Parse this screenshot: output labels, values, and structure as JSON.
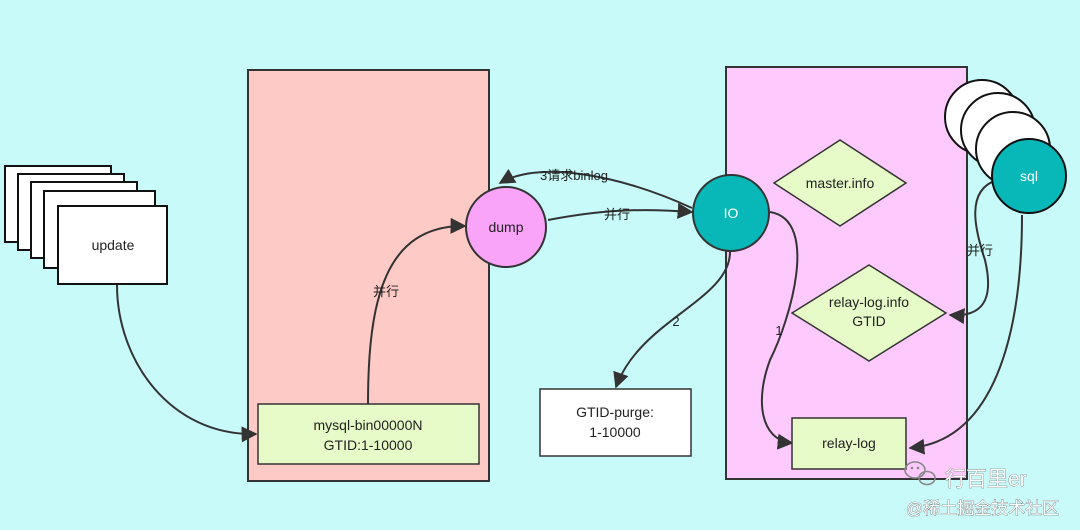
{
  "nodes": {
    "update": "update",
    "binlog_line1": "mysql-bin00000N",
    "binlog_line2": "GTID:1-10000",
    "dump": "dump",
    "io": "IO",
    "sql": "sql",
    "master_info": "master.info",
    "relay_log_info_line1": "relay-log.info",
    "relay_log_info_line2": "GTID",
    "gtid_purge_line1": "GTID-purge:",
    "gtid_purge_line2": "1-10000",
    "relay_log": "relay-log"
  },
  "edges": {
    "binlog_to_dump": "并行",
    "io_request_binlog": "3请求binlog",
    "dump_to_io": "并行",
    "io_to_purge": "2",
    "io_to_relay": "1",
    "sql_parallel": "并行"
  },
  "watermark": {
    "line1": "行百里er",
    "line2": "@稀土掘金技术社区"
  },
  "colors": {
    "background": "#c8fafa",
    "master_panel": "#fecac6",
    "slave_panel": "#fecafe",
    "note_green": "#e6fbc8",
    "dump_circle": "#f9a3f9",
    "thread_circle": "#08b7b7"
  }
}
